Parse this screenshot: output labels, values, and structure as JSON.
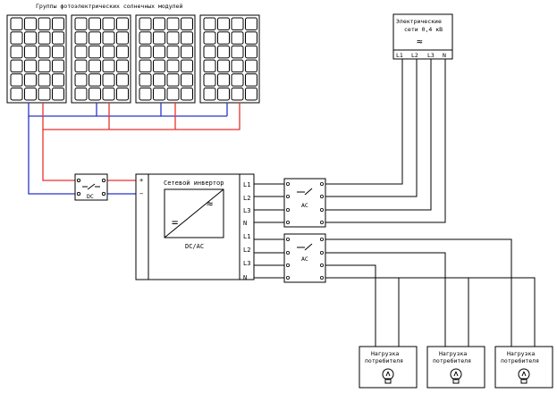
{
  "title": "Группы фотоэлектрических солнечных модулей",
  "grid": {
    "title_line1": "Электрические",
    "title_line2": "сети 0,4 кВ",
    "symbol": "≈",
    "terminals": [
      "L1",
      "L2",
      "L3",
      "N"
    ]
  },
  "dc_switch": {
    "label": "DC"
  },
  "inverter": {
    "title": "Сетевой инвертор",
    "dc_symbol": "=",
    "ac_symbol": "≈",
    "conversion": "DC/AC",
    "plus": "+",
    "minus": "−",
    "outputs_top": [
      "L1",
      "L2",
      "L3",
      "N"
    ],
    "outputs_bottom": [
      "L1",
      "L2",
      "L3",
      "N"
    ]
  },
  "ac_switch_top": {
    "label": "AC"
  },
  "ac_switch_bottom": {
    "label": "AC"
  },
  "loads": [
    {
      "line1": "Нагрузка",
      "line2": "потребителя"
    },
    {
      "line1": "Нагрузка",
      "line2": "потребителя"
    },
    {
      "line1": "Нагрузка",
      "line2": "потребителя"
    }
  ],
  "colors": {
    "positive": "#e8322e",
    "negative": "#2a35c9",
    "wire": "#000000"
  }
}
